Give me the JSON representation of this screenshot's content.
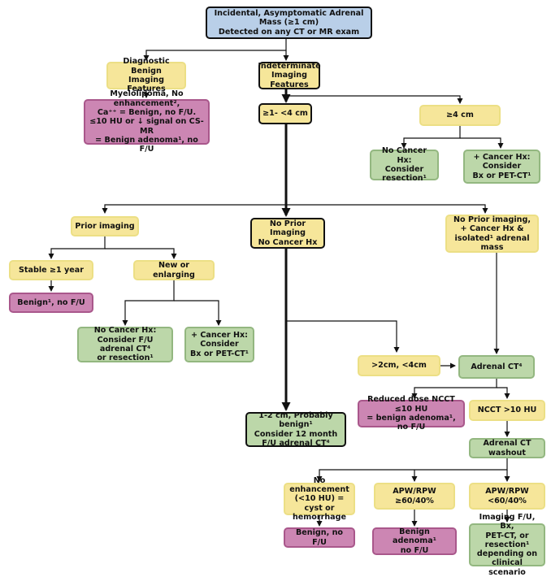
{
  "nodes": {
    "root": "Incidental, Asymptomatic Adrenal Mass (≥1 cm)\nDetected on any CT or MR exam",
    "diag_benign": "Diagnostic Benign\nImaging Features",
    "indeterminate": "Indeterminate\nImaging Features",
    "myelolipoma": "Myelolipoma, No enhancement²,\nCa⁺⁺ = Benign, no F/U.\n≤10 HU or ↓ signal on CS-MR\n= Benign adenoma¹, no F/U",
    "size_1_4": "≥1- <4 cm",
    "size_ge4": "≥4 cm",
    "ge4_no_cancer": "No Cancer Hx:\nConsider resection¹",
    "ge4_cancer": "+ Cancer Hx:\nConsider\nBx or PET-CT¹",
    "prior_imaging": "Prior imaging",
    "no_prior_no_cancer": "No Prior Imaging\nNo Cancer Hx",
    "no_prior_cancer": "No Prior imaging,\n+ Cancer Hx &\nisolated¹ adrenal mass",
    "stable": "Stable ≥1 year",
    "new_enlarging": "New or enlarging",
    "benign_stable": "Benign¹, no F/U",
    "enl_no_cancer": "No Cancer Hx:\nConsider F/U adrenal CT⁴\nor resection¹",
    "enl_cancer": "+ Cancer Hx:\nConsider\nBx or PET-CT¹",
    "gt2_lt4": ">2cm, <4cm",
    "adrenal_ct": "Adrenal CT⁴",
    "probably_benign": "1-2 cm, Probably benign¹\nConsider 12 month\nF/U adrenal CT⁴",
    "reduced_dose": "Reduced dose NCCT ≤10 HU\n= benign adenoma¹, no F/U",
    "ncct_gt10": "NCCT >10 HU",
    "washout": "Adrenal CT washout",
    "no_enhancement": "No enhancement\n(<10 HU) = cyst or\nhemorrhage",
    "apw_ge60": "APW/RPW\n≥60/40%",
    "apw_lt60": "APW/RPW\n<60/40%",
    "benign_no_fu": "Benign, no F/U",
    "benign_adenoma": "Benign adenoma¹\nno F/U",
    "imaging_fu": "Imaging F/U, Bx,\nPET-CT, or resection¹\ndepending on\nclinical scenario"
  },
  "colors": {
    "blue": "#b9cfe8",
    "yellow": "#f6e69a",
    "pink": "#cc86b3",
    "green": "#bcd7a9",
    "line": "#111111"
  }
}
